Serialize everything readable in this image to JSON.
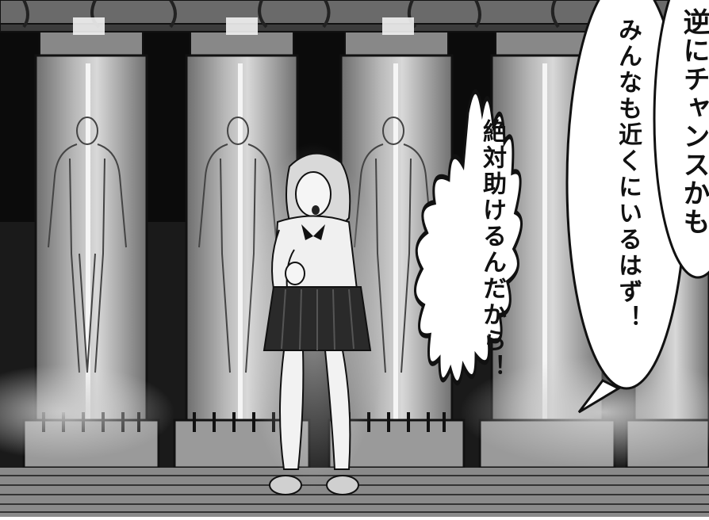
{
  "speech": {
    "bubble_right": "逆にチャンスかも",
    "bubble_middle": "みんなも近くにいるはず！",
    "bubble_left": "絶対助けるんだから！"
  },
  "colors": {
    "background": "#0a0a0a",
    "pod_glass": "#9a9a9a",
    "pod_highlight": "#e8e8e8",
    "bubble_fill": "#ffffff",
    "ink": "#111111"
  }
}
